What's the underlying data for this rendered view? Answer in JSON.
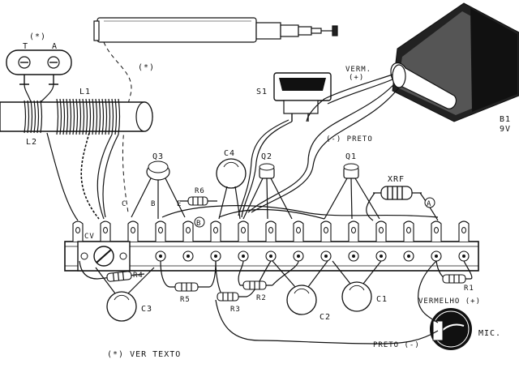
{
  "labels": {
    "star_top": "(*)",
    "t": "T",
    "a": "A",
    "l1": "L1",
    "l2": "L2",
    "star_antenna": "(*)",
    "s1": "S1",
    "verm": "VERM.",
    "plus": "(+)",
    "b1": "B1",
    "nine_v": "9V",
    "preto_minus_top": "(-) PRETO",
    "q3": "Q3",
    "c4": "C4",
    "q2": "Q2",
    "q1": "Q1",
    "xrf": "XRF",
    "circ_a": "A",
    "r6": "R6",
    "b": "B",
    "c": "C",
    "e": "E",
    "circ_b": "B",
    "cv": "CV",
    "r4": "R4",
    "r5": "R5",
    "r3": "R3",
    "r2": "R2",
    "r1": "R1",
    "c3": "C3",
    "c2": "C2",
    "c1": "C1",
    "vermelho": "VERMELHO (+)",
    "preto_minus": "PRETO (-)",
    "mic": "MIC.",
    "ver_texto": "(*) VER TEXTO"
  }
}
